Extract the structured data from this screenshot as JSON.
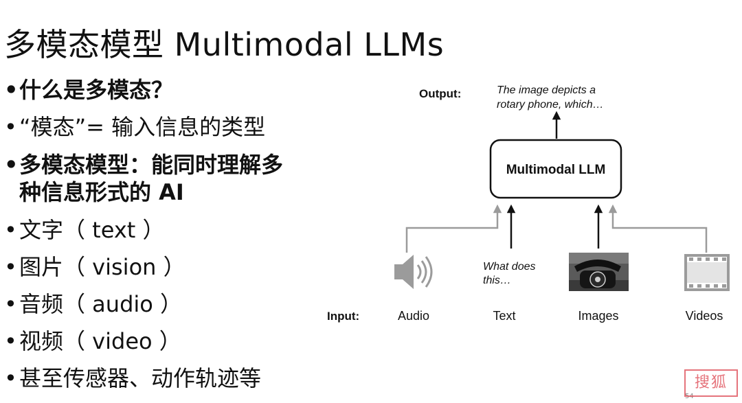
{
  "slide": {
    "title": "多模态模型 Multimodal LLMs",
    "bullets": [
      "什么是多模态？",
      "“模态”= 输入信息的类型",
      "多模态模型：能同时理解多种信息形式的 AI",
      "文字（ text ）",
      "图片（ vision ）",
      "音频（ audio ）",
      "视频（ video ）",
      "甚至传感器、动作轨迹等"
    ],
    "page_number": "54",
    "watermark_text": "搜狐"
  },
  "diagram": {
    "output_label": "Output:",
    "output_text_line1": "The image depicts a",
    "output_text_line2": "rotary phone, which…",
    "model_label": "Multimodal LLM",
    "input_label": "Input:",
    "text_input_line1": "What does",
    "text_input_line2": "this…",
    "inputs": [
      "Audio",
      "Text",
      "Images",
      "Videos"
    ],
    "icons": [
      "speaker-icon",
      "rotary-phone-image",
      "film-strip-icon"
    ],
    "colors": {
      "black_arrow": "#111111",
      "gray_arrow": "#9b9b9b"
    }
  }
}
